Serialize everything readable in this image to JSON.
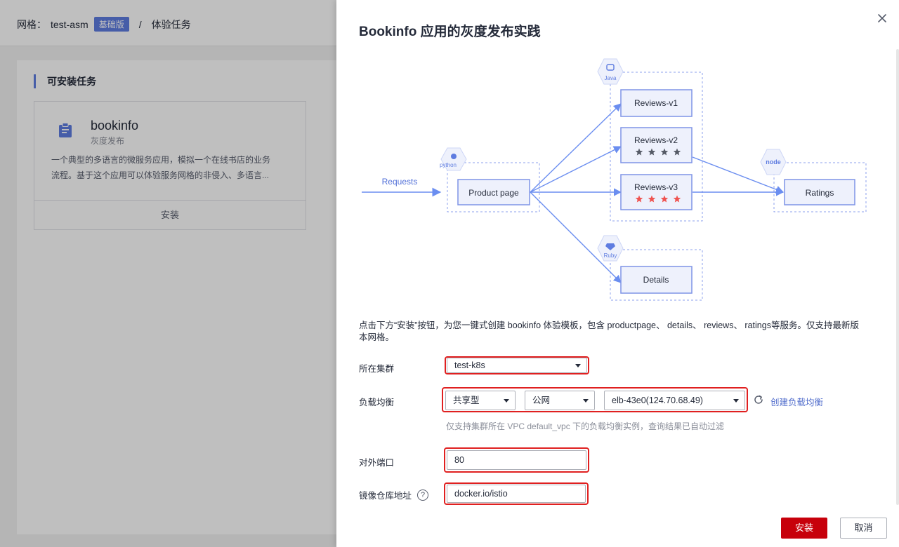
{
  "breadcrumb": {
    "label": "网格：",
    "mesh_name": "test-asm",
    "badge": "基础版",
    "separator": "/",
    "page": "体验任务"
  },
  "background": {
    "section_title": "可安装任务",
    "task": {
      "name": "bookinfo",
      "type": "灰度发布",
      "desc_line1": "一个典型的多语言的微服务应用，模拟一个在线书店的业务",
      "desc_line2": "流程。基于这个应用可以体验服务网格的非侵入、多语言...",
      "install_label": "安装",
      "icon": "clipboard-icon"
    }
  },
  "drawer": {
    "title": "Bookinfo 应用的灰度发布实践",
    "diagram": {
      "requests_label": "Requests",
      "product_page": "Product page",
      "reviews_v1": "Reviews-v1",
      "reviews_v2": "Reviews-v2",
      "reviews_v3": "Reviews-v3",
      "ratings": "Ratings",
      "details": "Details",
      "python_label": "python",
      "java_label": "Java",
      "node_label": "node",
      "ruby_label": "Ruby",
      "colors": {
        "line": "#6b8ef0",
        "node_border": "#7e94e6",
        "node_fill": "#eef1fc",
        "dashed": "#8ea2ec",
        "star_gray": "#555a66",
        "star_red": "#ef5350"
      }
    },
    "description": "点击下方“安装”按钮，为您一键式创建 bookinfo 体验模板，包含 productpage、 details、 reviews、 ratings等服务。仅支持最新版本网格。",
    "form": {
      "cluster_label": "所在集群",
      "cluster_value": "test-k8s",
      "lb_label": "负载均衡",
      "lb_type": "共享型",
      "lb_network": "公网",
      "lb_instance": "elb-43e0(124.70.68.49)",
      "create_lb_link": "创建负载均衡",
      "lb_hint": "仅支持集群所在 VPC default_vpc 下的负载均衡实例，查询结果已自动过滤",
      "port_label": "对外端口",
      "port_value": "80",
      "registry_label": "镜像仓库地址",
      "registry_value": "docker.io/istio"
    },
    "buttons": {
      "install": "安装",
      "cancel": "取消"
    },
    "accent_color": "#c7000b",
    "highlight_color": "#e02020"
  }
}
